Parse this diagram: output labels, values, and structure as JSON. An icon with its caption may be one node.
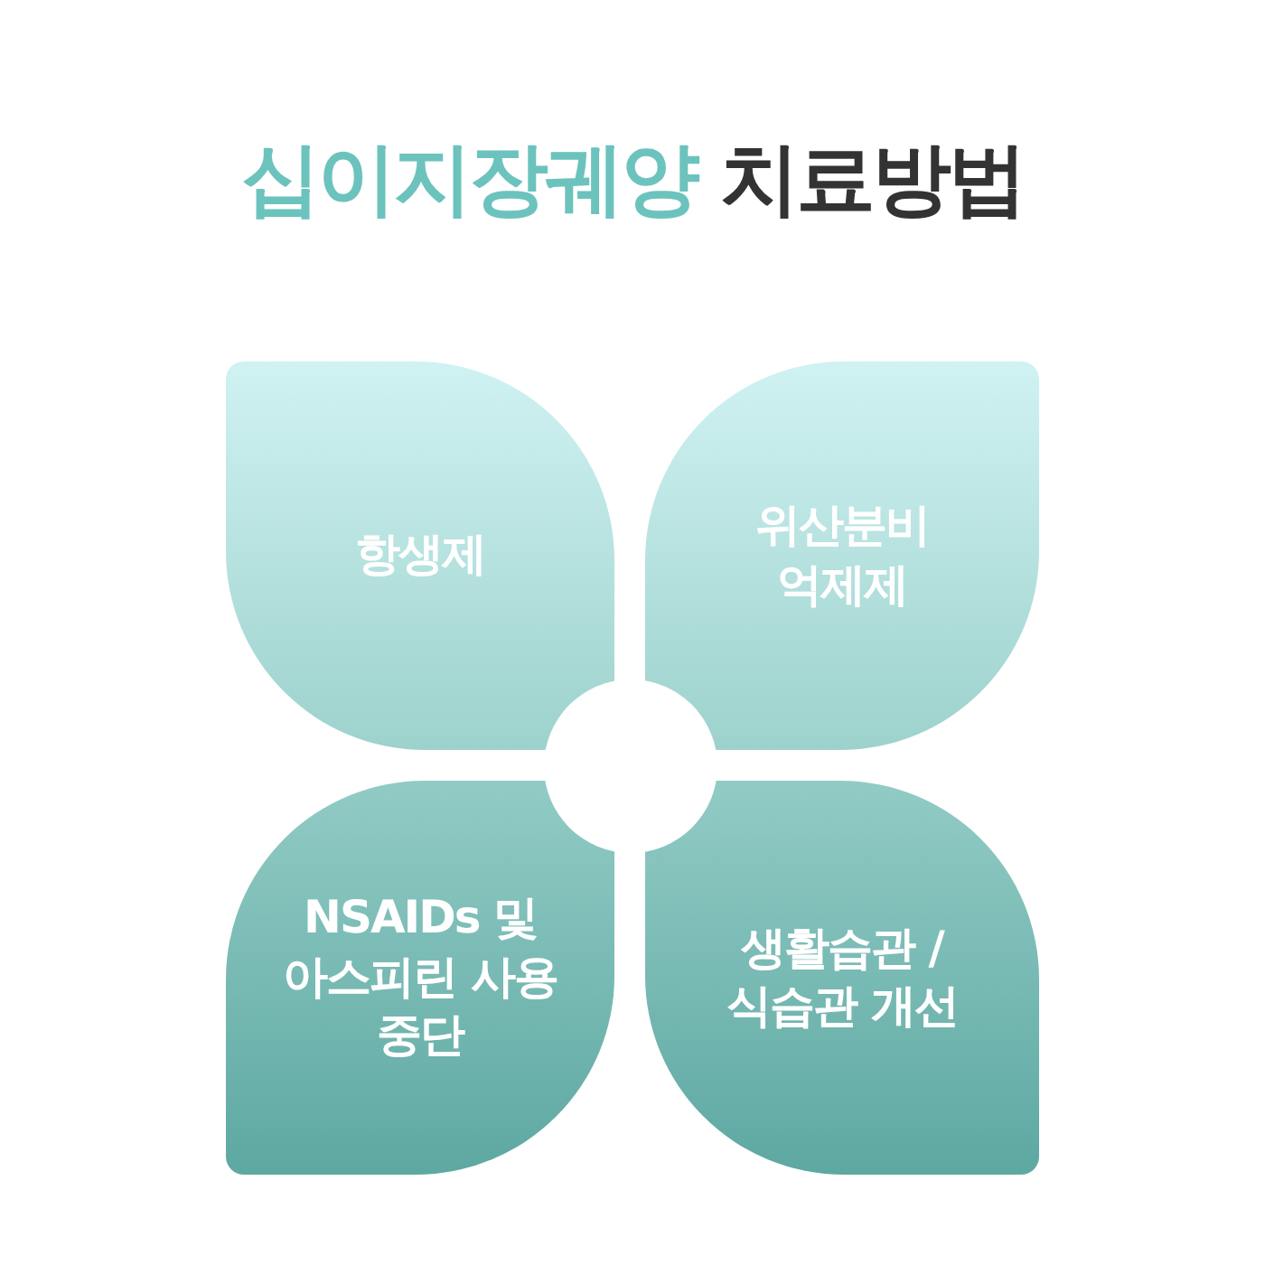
{
  "diagram": {
    "title": "**십이지장궤양** 치료방법",
    "nodes": [
      {
        "text": [
          "항생제"
        ]
      },
      {
        "text": [
          "위산분비 억제제"
        ]
      },
      {
        "text": [
          "NSAIDs 및 아스피린 사용 중단"
        ]
      },
      {
        "text": [
          "생활습관 / 식습관 개선"
        ]
      },
      {
        "text": [],
        "shape": "circle"
      }
    ]
  }
}
